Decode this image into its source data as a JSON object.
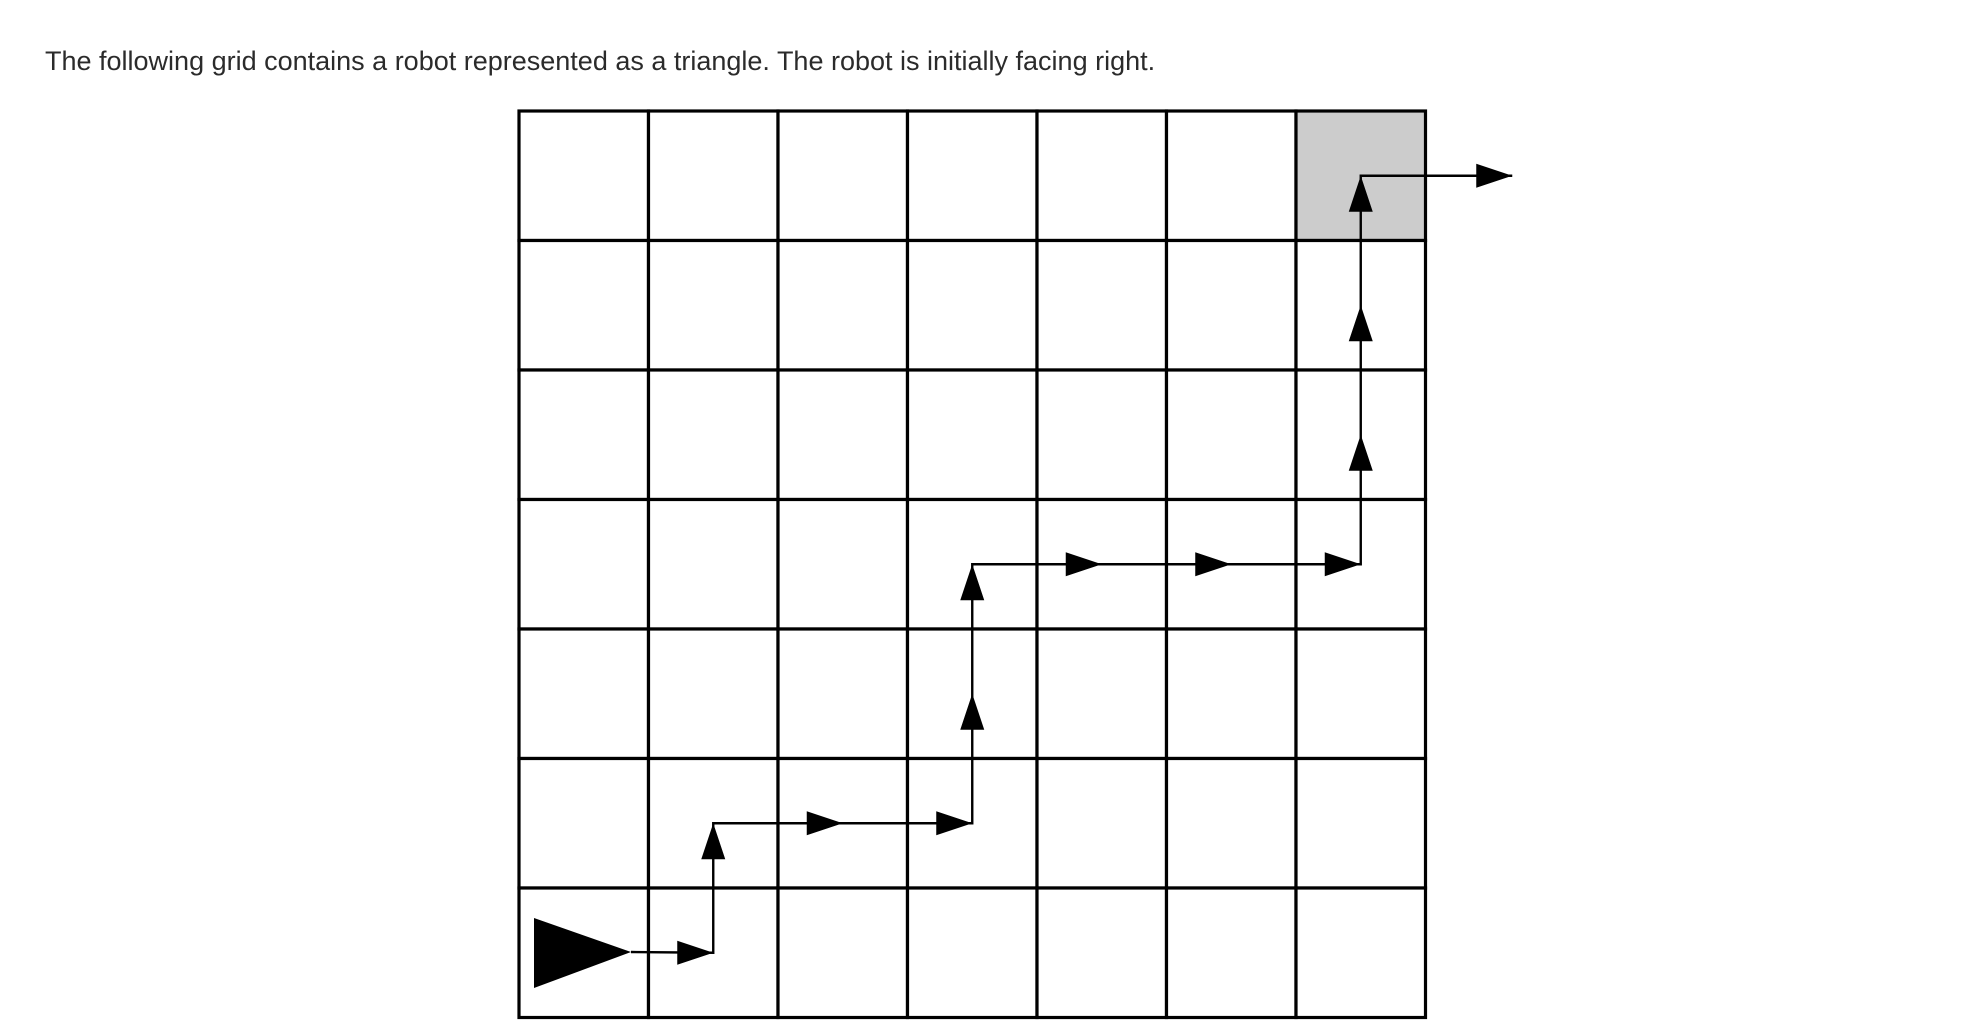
{
  "instruction": "The following grid contains a robot represented as a triangle. The robot is initially facing right.",
  "grid": {
    "rows": 7,
    "cols": 7,
    "target_cell": {
      "row": 0,
      "col": 6
    },
    "target_fill": "#cccccc",
    "line_color": "#000000"
  },
  "robot": {
    "start_cell": {
      "row": 6,
      "col": 0
    },
    "facing": "right",
    "color": "#000000"
  },
  "path": {
    "moves": [
      "right",
      "up",
      "right",
      "right",
      "up",
      "up",
      "right",
      "right",
      "right",
      "up",
      "up",
      "up",
      "right"
    ]
  }
}
